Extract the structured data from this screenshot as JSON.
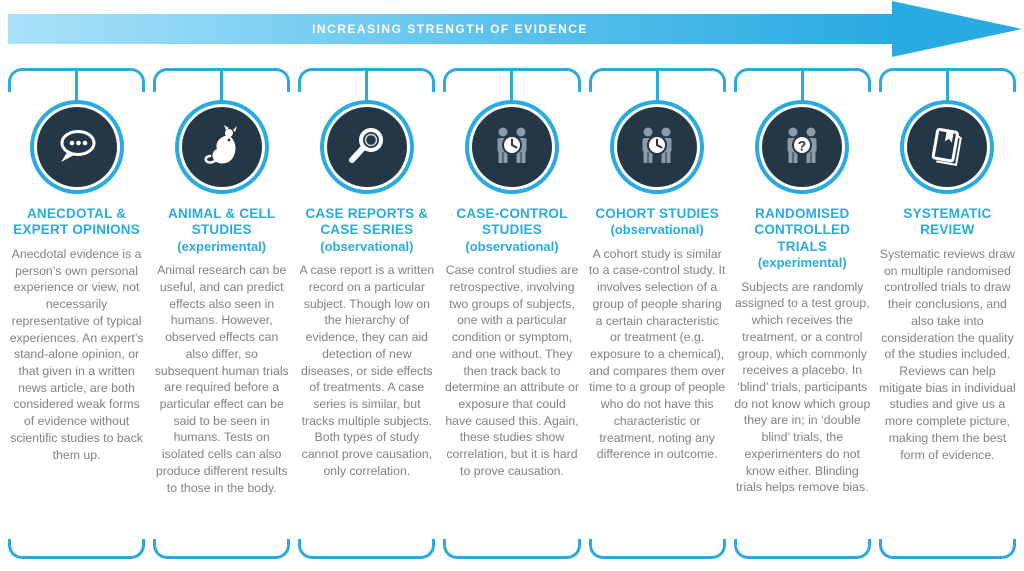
{
  "arrow": {
    "label": "INCREASING STRENGTH OF EVIDENCE",
    "gradient_start": "#A9E2F9",
    "gradient_end": "#29ABE2"
  },
  "colors": {
    "accent": "#29ABE2",
    "circle_background": "#243746",
    "heading_text": "#29ABE2",
    "body_text": "#808184",
    "figure_gray": "#8E9AA4"
  },
  "columns": [
    {
      "icon": "speech-bubble-icon",
      "title": "ANECDOTAL & EXPERT OPINIONS",
      "description": "Anecdotal evidence is a person’s own personal experience or view, not necessarily representative of typical experiences. An expert’s stand-alone opinion, or that given in a written news article, are both considered weak forms of evidence without scientific studies to back them up."
    },
    {
      "icon": "mouse-icon",
      "title": "ANIMAL & CELL STUDIES",
      "subtitle": "(experimental)",
      "description": "Animal research can be useful, and can predict effects also seen in humans. However, observed effects can also differ, so subsequent human trials are required before a particular effect can be said to be seen in humans. Tests on isolated cells can also produce different results to those in the body."
    },
    {
      "icon": "magnifier-icon",
      "title": "CASE REPORTS & CASE SERIES",
      "subtitle": "(observational)",
      "description": "A case report is a written record on a particular subject. Though low on the hierarchy of evidence, they can aid detection of new diseases, or side effects of treatments. A case series is similar, but tracks multiple subjects. Both types of study cannot prove causation, only correlation."
    },
    {
      "icon": "people-clock-icon",
      "title": "CASE-CONTROL STUDIES",
      "subtitle": "(observational)",
      "description": "Case control studies are retrospective, involving two groups of subjects, one with a particular condition or symptom, and one without. They then track back to determine an attribute or exposure that could have caused this. Again, these studies show correlation, but it is hard to prove causation."
    },
    {
      "icon": "people-clock-icon",
      "title": "COHORT STUDIES",
      "subtitle": "(observational)",
      "description": "A cohort study is similar to a case-control study. It involves selection of a group of people sharing a certain characteristic or treatment (e.g. exposure to a chemical), and compares them over time to a group of people who do not have this characteristic or treatment, noting any difference in outcome."
    },
    {
      "icon": "people-question-icon",
      "title": "RANDOMISED CONTROLLED TRIALS",
      "subtitle": "(experimental)",
      "description": "Subjects are randomly assigned to a test group, which receives the treatment, or a control group, which commonly receives a placebo. In ‘blind’ trials, participants do not know which group they are in; in ‘double blind’ trials, the experimenters do not know either. Blinding trials helps remove bias."
    },
    {
      "icon": "book-icon",
      "title": "SYSTEMATIC REVIEW",
      "description": "Systematic reviews draw on multiple randomised controlled trials to draw their conclusions, and also take into consideration the quality of the studies included. Reviews can help mitigate bias in individual studies and give us a more complete picture, making them the best form of evidence."
    }
  ]
}
